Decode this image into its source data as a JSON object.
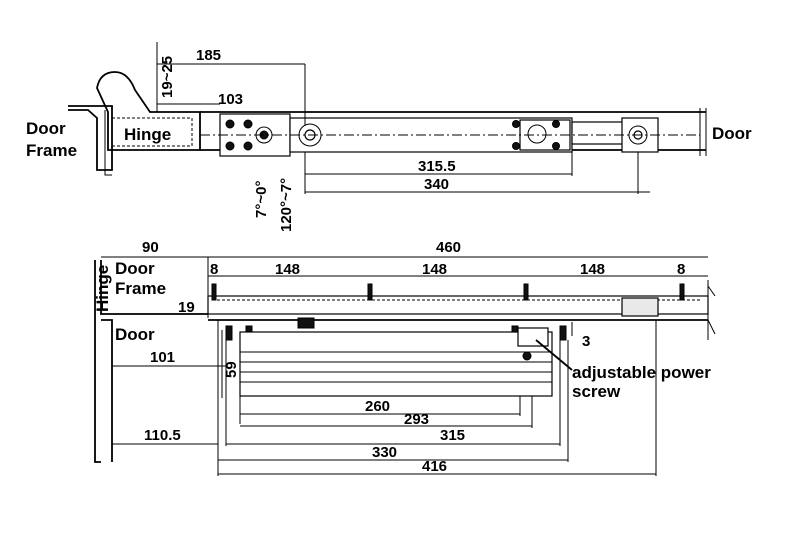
{
  "top_view": {
    "labels": {
      "door_frame_1": "Door",
      "door_frame_2": "Frame",
      "hinge": "Hinge",
      "door": "Door"
    },
    "dims": {
      "d185": "185",
      "d19_25": "19~25",
      "d103": "103",
      "d315_5": "315.5",
      "d340": "340",
      "angle_a": "120°~7°",
      "angle_b": "7°~0°"
    }
  },
  "side_view": {
    "labels": {
      "hinge": "Hinge",
      "door_frame_1": "Door",
      "door_frame_2": "Frame",
      "door": "Door",
      "callout_1": "adjustable power",
      "callout_2": "screw"
    },
    "dims": {
      "d90": "90",
      "d460": "460",
      "d8_left": "8",
      "d148_a": "148",
      "d148_b": "148",
      "d148_c": "148",
      "d8_right": "8",
      "d19": "19",
      "d3": "3",
      "d101": "101",
      "d59": "59",
      "d260": "260",
      "d293": "293",
      "d315": "315",
      "d110_5": "110.5",
      "d330": "330",
      "d416": "416"
    }
  }
}
